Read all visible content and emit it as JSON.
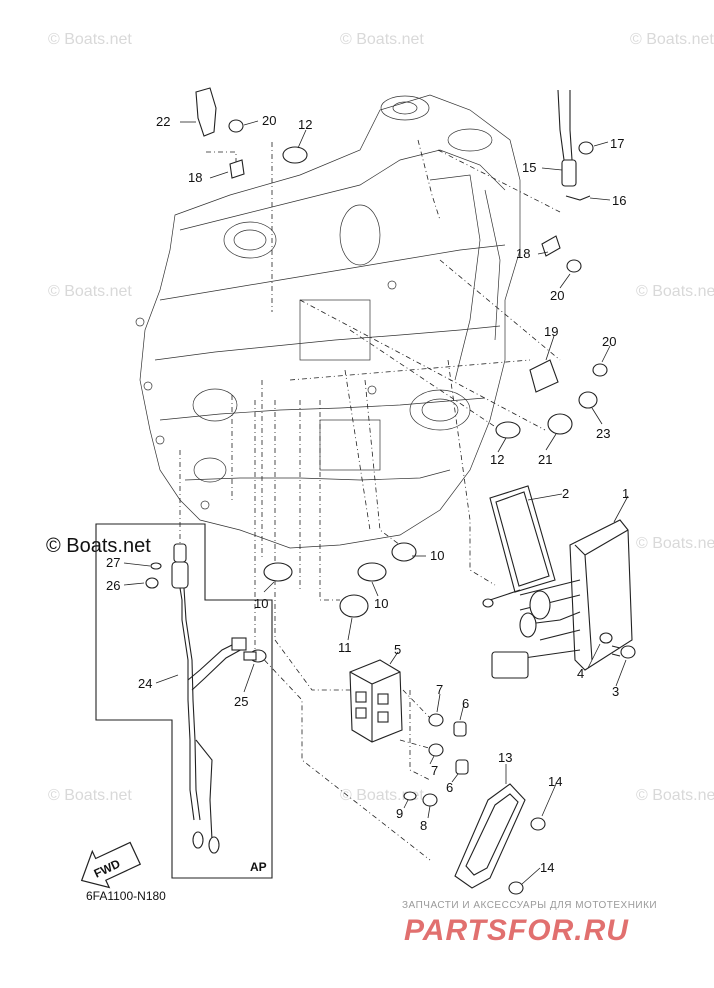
{
  "watermarks": {
    "text": "© Boats.net",
    "large": "© Boats.net"
  },
  "diagram": {
    "code": "6FA1100-N180",
    "ap_label": "AP",
    "fwd_label": "FWD"
  },
  "callouts": [
    "1",
    "2",
    "3",
    "4",
    "5",
    "6",
    "6",
    "7",
    "7",
    "8",
    "9",
    "10",
    "10",
    "10",
    "10",
    "11",
    "12",
    "12",
    "13",
    "14",
    "14",
    "15",
    "16",
    "17",
    "18",
    "18",
    "19",
    "20",
    "20",
    "20",
    "21",
    "22",
    "23",
    "24",
    "25",
    "26",
    "27"
  ],
  "brand": {
    "tagline": "ЗАПЧАСТИ И АКСЕССУАРЫ ДЛЯ МОТОТЕХНИКИ",
    "logo": "PARTSFOR.RU"
  }
}
